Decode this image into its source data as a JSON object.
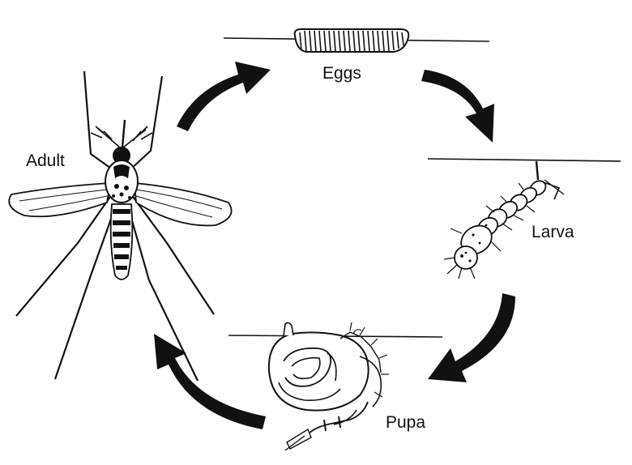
{
  "labels": {
    "eggs": "Eggs",
    "larva": "Larva",
    "pupa": "Pupa",
    "adult": "Adult"
  },
  "colors": {
    "ink": "#111111",
    "background": "#ffffff"
  },
  "icons": {
    "eggs": "egg-raft-icon",
    "larva": "larva-icon",
    "pupa": "pupa-icon",
    "adult": "mosquito-icon"
  }
}
